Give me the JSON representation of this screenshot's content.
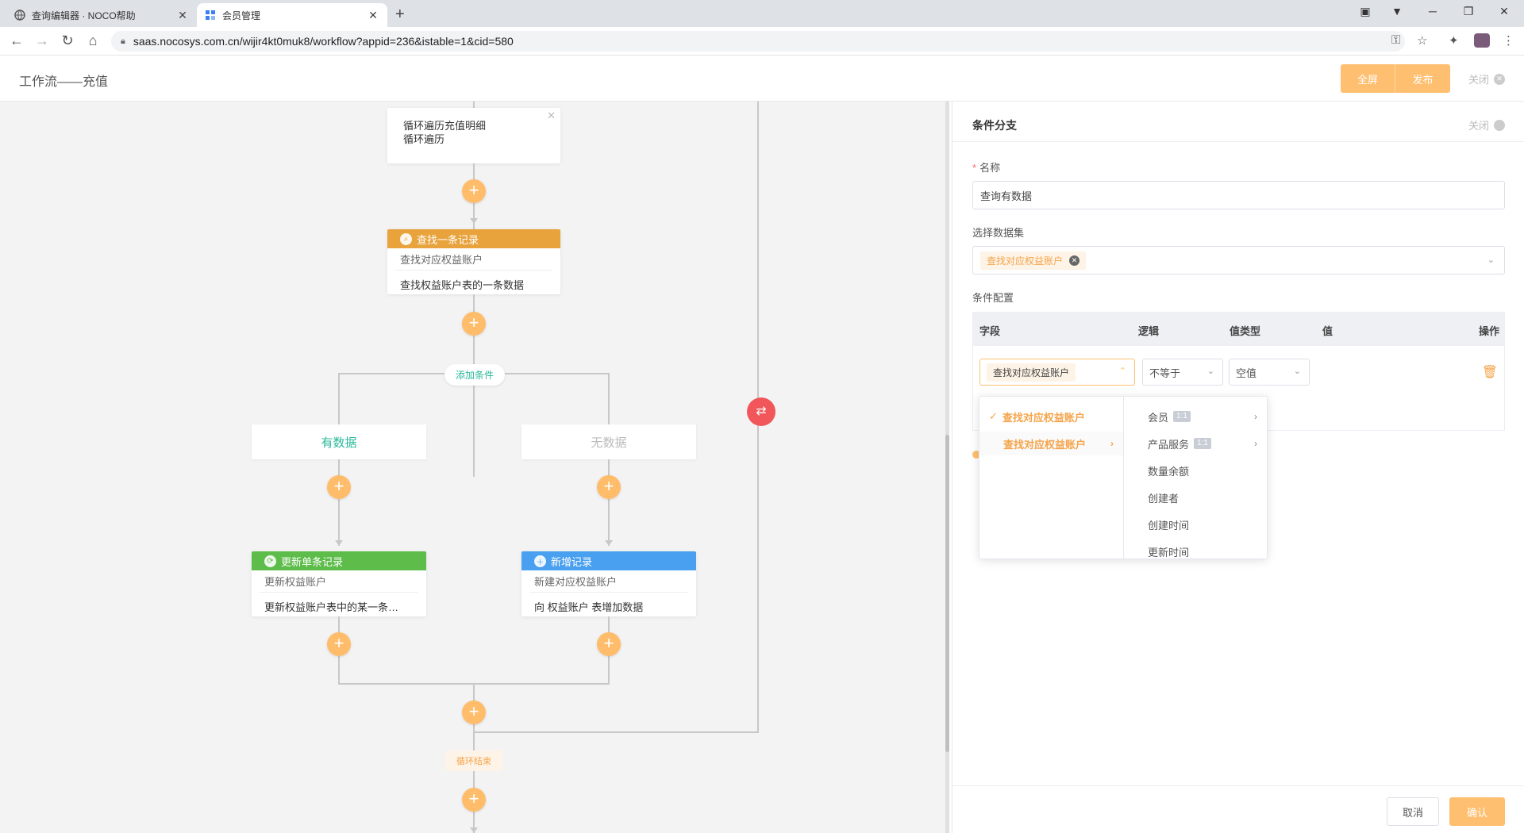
{
  "browser": {
    "tabs": [
      {
        "title": "查询编辑器 · NOCO帮助",
        "active": false
      },
      {
        "title": "会员管理",
        "active": true
      }
    ],
    "url": "saas.nocosys.com.cn/wijir4kt0muk8/workflow?appid=236&istable=1&cid=580"
  },
  "header": {
    "title": "工作流——充值",
    "fullscreen_label": "全屏",
    "publish_label": "发布",
    "close_label": "关闭"
  },
  "colors": {
    "accent": "#ffbf70",
    "find_node": "#e8a33d",
    "update_node": "#5ebd4a",
    "create_node": "#4aa0f0",
    "loop_button": "#f0565a",
    "branch_text": "#29b89a"
  },
  "flow": {
    "loop_node": {
      "line1": "循环遍历充值明细",
      "line2": "循环遍历"
    },
    "find_node": {
      "type": "查找一条记录",
      "name": "查找对应权益账户",
      "desc": "查找权益账户表的一条数据"
    },
    "add_condition_label": "添加条件",
    "branches": [
      {
        "label": "有数据",
        "node": {
          "type": "更新单条记录",
          "name": "更新权益账户",
          "desc": "更新权益账户表中的某一条…"
        }
      },
      {
        "label": "无数据",
        "node": {
          "type": "新增记录",
          "name": "新建对应权益账户",
          "desc": "向 权益账户 表增加数据"
        }
      }
    ],
    "loop_end_label": "循环结束"
  },
  "panel": {
    "title": "条件分支",
    "close_label": "关闭",
    "name_label": "名称",
    "name_value": "查询有数据",
    "dataset_label": "选择数据集",
    "dataset_tag": "查找对应权益账户",
    "condition_label": "条件配置",
    "table_headers": {
      "field": "字段",
      "logic": "逻辑",
      "value_type": "值类型",
      "value": "值",
      "action": "操作"
    },
    "row": {
      "field": "查找对应权益账户",
      "logic": "不等于",
      "value_type": "空值"
    },
    "cancel_label": "取消",
    "confirm_label": "确认"
  },
  "cascader": {
    "col1": [
      "查找对应权益账户",
      "查找对应权益账户"
    ],
    "col2": [
      {
        "label": "会员",
        "badge": "1:1",
        "has_children": true
      },
      {
        "label": "产品服务",
        "badge": "1:1",
        "has_children": true
      },
      {
        "label": "数量余额"
      },
      {
        "label": "创建者"
      },
      {
        "label": "创建时间"
      },
      {
        "label": "更新时间"
      }
    ]
  }
}
